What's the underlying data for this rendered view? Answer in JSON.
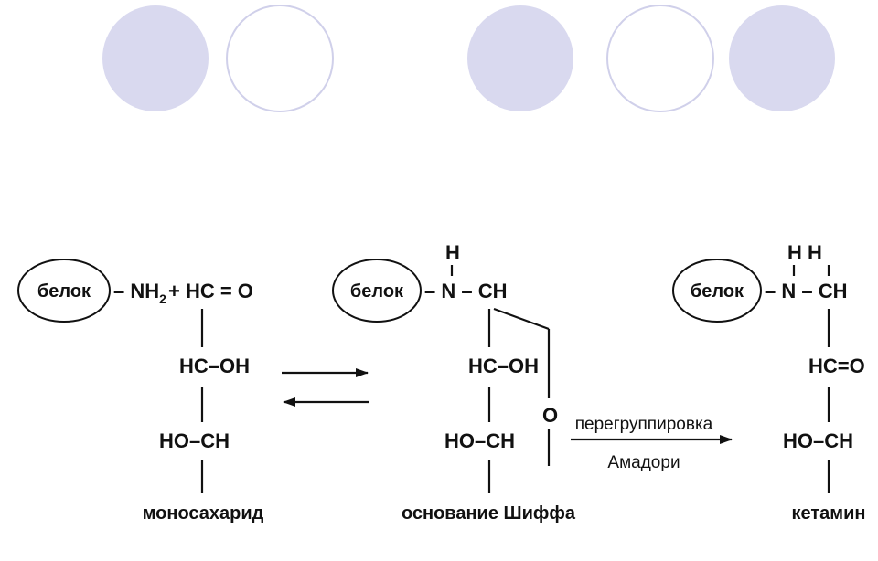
{
  "colors": {
    "circle_fill": "#d9d9ef",
    "circle_outline": "#d0d0ea",
    "ink": "#111111"
  },
  "decoration": {
    "circles": [
      {
        "style": "filled"
      },
      {
        "style": "outline"
      },
      {
        "style": "filled"
      },
      {
        "style": "outline"
      },
      {
        "style": "filled"
      }
    ]
  },
  "monosaccharide": {
    "protein_label": "белок",
    "nh2_prefix": "– NH",
    "nh2_sub": "2",
    "plus_hc": "+ HC = O",
    "row2": "HC–OH",
    "row3": "HO–CH",
    "name": "моносахарид"
  },
  "schiff": {
    "protein_label": "белок",
    "h_top": "H",
    "row1": "– N – CH",
    "row2": "HC–OH",
    "row3": "HO–CH",
    "ring_o": "O",
    "name": "основание Шиффа"
  },
  "ketamine": {
    "protein_label": "белок",
    "h_top": "H  H",
    "row1": "– N – CH",
    "row2": "HC=O",
    "row3": "HO–CH",
    "name": "кетамин"
  },
  "arrows": {
    "rearrangement_top": "перегруппировка",
    "rearrangement_bottom": "Амадори"
  }
}
